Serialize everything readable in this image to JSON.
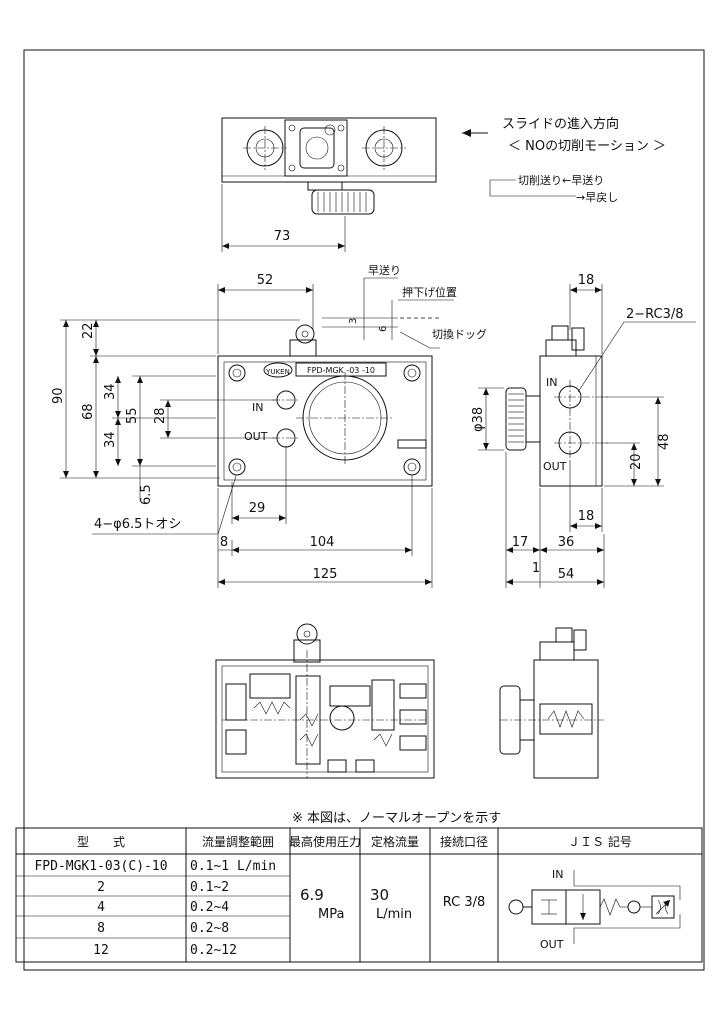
{
  "top_view": {
    "direction_title": "スライドの進入方向",
    "direction_sub": "＜ NOの切削モーション ＞",
    "feed_label": "切削送り←早送り",
    "return_label": "→早戻し",
    "dim_width": "73"
  },
  "front_view": {
    "dim_52": "52",
    "rapid_label": "早送り",
    "push_label": "押下げ位置",
    "dog_label": "切換ドッグ",
    "dim_3": "3",
    "dim_6": "6",
    "dim_22": "22",
    "dim_90": "90",
    "dim_68": "68",
    "dim_34a": "34",
    "dim_34b": "34",
    "dim_55": "55",
    "dim_28": "28",
    "dim_65": "6.5",
    "dim_29": "29",
    "dim_8": "8",
    "dim_104": "104",
    "dim_125": "125",
    "hole_note": "4−φ6.5トオシ",
    "port_in": "IN",
    "port_out": "OUT",
    "brand": "YUKEN",
    "model_plate": "FPD-MGK -03 -10"
  },
  "side_view": {
    "dim_18top": "18",
    "port_note": "2−RC3/8",
    "dim_38": "φ38",
    "dim_48": "48",
    "dim_20": "20",
    "dim_18bot": "18",
    "dim_17": "17",
    "dim_36": "36",
    "dim_1": "1",
    "dim_54": "54",
    "port_in": "IN",
    "port_out": "OUT"
  },
  "note": "※  本図は、ノーマルオープンを示す",
  "table": {
    "headers": [
      "型　　式",
      "流量調整範囲",
      "最高使用圧力",
      "定格流量",
      "接続口径",
      "ＪＩＳ 記号"
    ],
    "rows": [
      {
        "model": "FPD-MGK1-03(C)-10",
        "range": "0.1~1 L/min"
      },
      {
        "model": "2",
        "range": "0.1~2"
      },
      {
        "model": "4",
        "range": "0.2~4"
      },
      {
        "model": "8",
        "range": "0.2~8"
      },
      {
        "model": "12",
        "range": "0.2~12"
      }
    ],
    "pressure_value": "6.9",
    "pressure_unit": "MPa",
    "flow_value": "30",
    "flow_unit": "L/min",
    "port_size": "RC 3/8",
    "jis_in": "IN",
    "jis_out": "OUT"
  }
}
